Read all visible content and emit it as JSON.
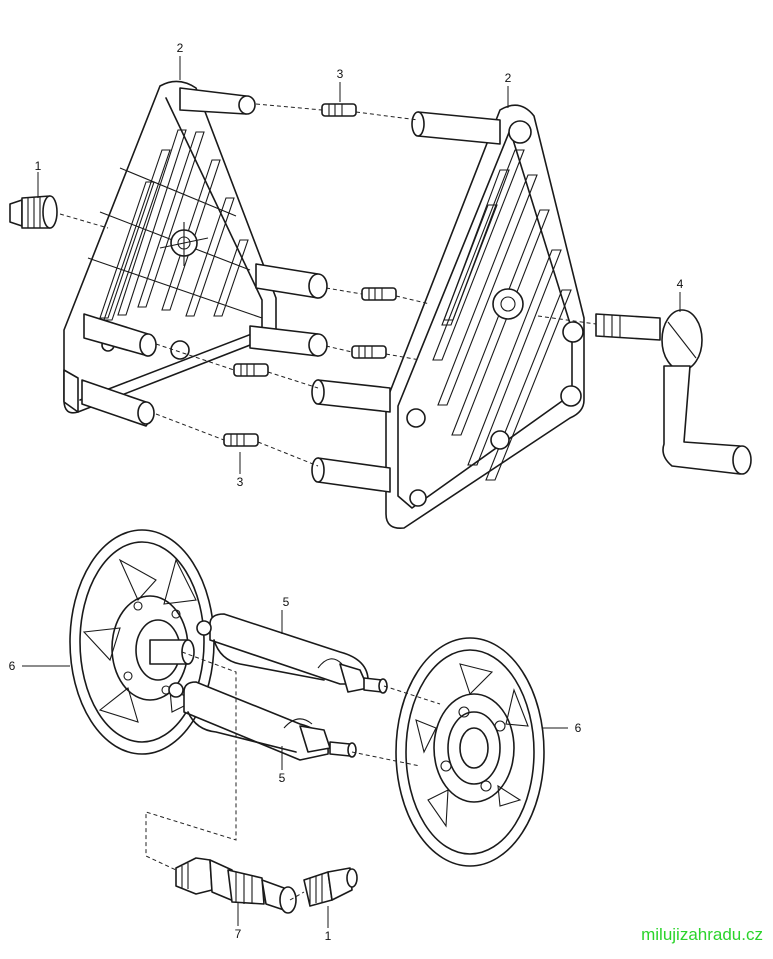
{
  "callouts": [
    {
      "id": "c1a",
      "label": "1"
    },
    {
      "id": "c1b",
      "label": "1"
    },
    {
      "id": "c2a",
      "label": "2"
    },
    {
      "id": "c2b",
      "label": "2"
    },
    {
      "id": "c3a",
      "label": "3"
    },
    {
      "id": "c3b",
      "label": "3"
    },
    {
      "id": "c4",
      "label": "4"
    },
    {
      "id": "c5a",
      "label": "5"
    },
    {
      "id": "c5b",
      "label": "5"
    },
    {
      "id": "c6a",
      "label": "6"
    },
    {
      "id": "c6b",
      "label": "6"
    },
    {
      "id": "c7",
      "label": "7"
    }
  ],
  "watermark": {
    "text": "milujizahradu.cz",
    "color": "#2bd42b"
  }
}
